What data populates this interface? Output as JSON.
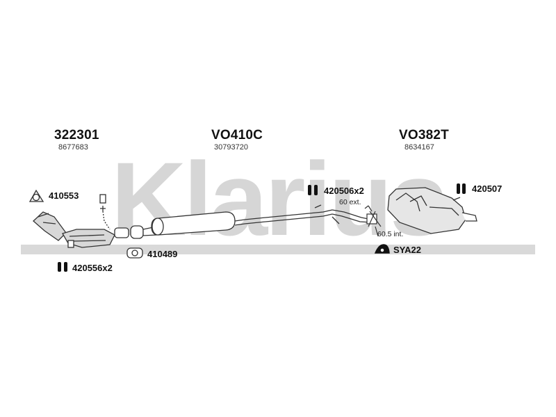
{
  "watermark": {
    "text": "Klarius",
    "color": "#d4d4d4"
  },
  "assemblies": [
    {
      "code": "322301",
      "oem": "8677683"
    },
    {
      "code": "VO410C",
      "oem": "30793720"
    },
    {
      "code": "VO382T",
      "oem": "8634167"
    }
  ],
  "parts": {
    "gasket_front": "410553",
    "gasket_mid": "410489",
    "hanger_front": "420556x2",
    "hanger_mid": "420506x2",
    "hanger_rear": "420507",
    "clamp": "SYA22"
  },
  "notes": {
    "ext": "60 ext.",
    "int": "60.5 int."
  }
}
